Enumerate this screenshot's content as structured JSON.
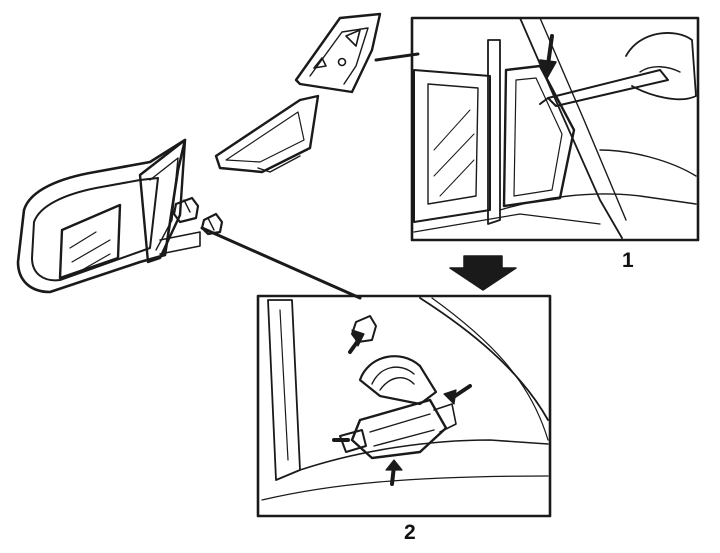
{
  "diagram": {
    "callouts": [
      {
        "id": "1",
        "label": "1"
      },
      {
        "id": "2",
        "label": "2"
      }
    ],
    "colors": {
      "ink": "#1a1a1a",
      "paper": "#ffffff",
      "frame": "#222222"
    },
    "parts": [
      "exterior-mirror-assembly",
      "inner-trim-cover",
      "triangular-trim-piece",
      "mounting-bolts",
      "detail-inset-trim-removal",
      "detail-inset-mirror-fasteners",
      "sequence-arrow"
    ]
  }
}
